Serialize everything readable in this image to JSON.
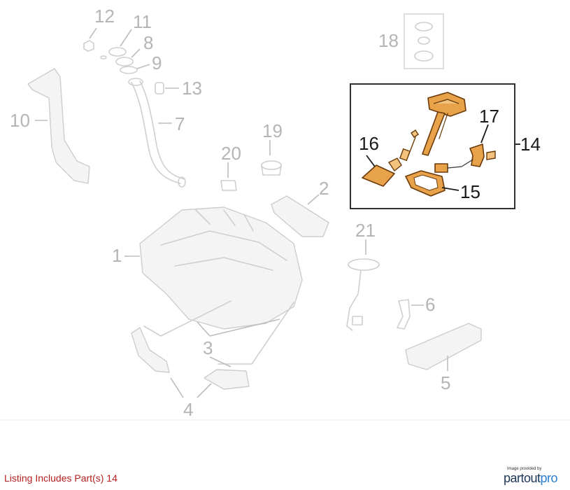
{
  "callouts": {
    "c1": "1",
    "c2": "2",
    "c3": "3",
    "c4": "4",
    "c5": "5",
    "c6": "6",
    "c7": "7",
    "c8": "8",
    "c9": "9",
    "c10": "10",
    "c11": "11",
    "c12": "12",
    "c13": "13",
    "c14": "14",
    "c15": "15",
    "c16": "16",
    "c17": "17",
    "c18": "18",
    "c19": "19",
    "c20": "20",
    "c21": "21"
  },
  "highlighted_parts": [
    "14",
    "15",
    "16",
    "17"
  ],
  "footer": {
    "listing_text": "Listing Includes Part(s) 14",
    "listing_color": "#b51f1f"
  },
  "logo": {
    "tagline": "Image provided by",
    "brand_a": "partout",
    "brand_b": "pro"
  },
  "colors": {
    "highlight_fill": "#e8a24a",
    "highlight_box": "#1a1a1a",
    "faded_line": "#cfcfcf"
  }
}
